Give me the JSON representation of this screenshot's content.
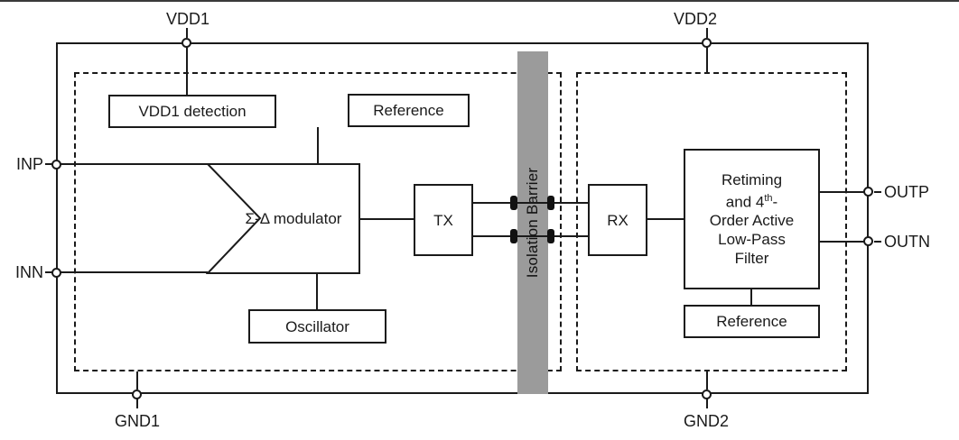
{
  "diagram": {
    "pins": {
      "vdd1": "VDD1",
      "vdd2": "VDD2",
      "gnd1": "GND1",
      "gnd2": "GND2",
      "inp": "INP",
      "inn": "INN",
      "outp": "OUTP",
      "outn": "OUTN"
    },
    "blocks": {
      "vdd1_detection": "VDD1 detection",
      "reference_left": "Reference",
      "modulator": "Σ-Δ modulator",
      "oscillator": "Oscillator",
      "tx": "TX",
      "rx": "RX",
      "isolation_barrier": "Isolation Barrier",
      "filter_line1": "Retiming",
      "filter_line2_pre": "and 4",
      "filter_line2_sup": "th",
      "filter_line2_post": "-",
      "filter_line3": "Order Active",
      "filter_line4": "Low-Pass",
      "filter_line5": "Filter",
      "reference_right": "Reference"
    },
    "colors": {
      "line": "#1a1a1a",
      "barrier_fill": "#9b9b9b",
      "background": "#ffffff"
    }
  }
}
